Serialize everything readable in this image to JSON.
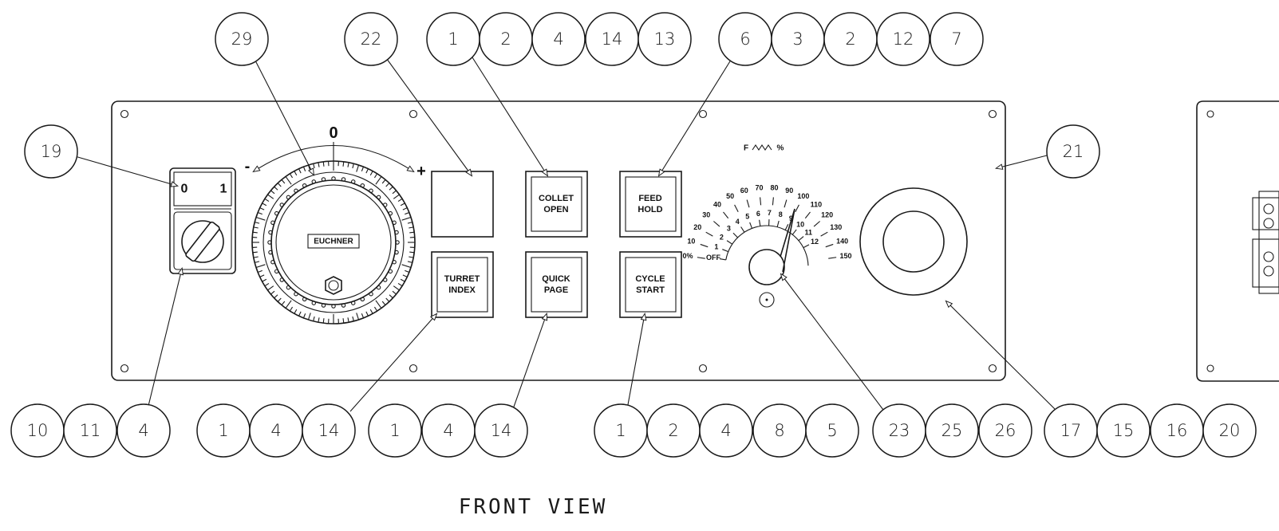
{
  "view_title": "FRONT VIEW",
  "balloons_top": [
    "29",
    "22",
    "1",
    "2",
    "4",
    "14",
    "13",
    "6",
    "3",
    "2",
    "12",
    "7"
  ],
  "balloons_left": [
    "19"
  ],
  "balloons_right": [
    "21"
  ],
  "balloons_bottom": [
    "10",
    "11",
    "4",
    "1",
    "4",
    "14",
    "1",
    "4",
    "14",
    "1",
    "2",
    "4",
    "8",
    "5",
    "23",
    "25",
    "26",
    "17",
    "15",
    "16",
    "20"
  ],
  "selector_switch": {
    "left_label": "0",
    "right_label": "1"
  },
  "handwheel": {
    "zero_label": "0",
    "minus_label": "-",
    "plus_label": "+",
    "brand": "EUCHNER"
  },
  "buttons": {
    "collet_open": [
      "COLLET",
      "OPEN"
    ],
    "feed_hold": [
      "FEED",
      "HOLD"
    ],
    "turret_index": [
      "TURRET",
      "INDEX"
    ],
    "quick_page": [
      "QUICK",
      "PAGE"
    ],
    "cycle_start": [
      "CYCLE",
      "START"
    ]
  },
  "feed_override": {
    "header": "F",
    "header_unit": "%",
    "outer_scale": [
      "0%",
      "10",
      "20",
      "30",
      "40",
      "50",
      "60",
      "70",
      "80",
      "90",
      "100",
      "110",
      "120",
      "130",
      "140",
      "150"
    ],
    "inner_scale": [
      "OFF",
      "1",
      "2",
      "3",
      "4",
      "5",
      "6",
      "7",
      "8",
      "9",
      "10",
      "11",
      "12"
    ]
  }
}
